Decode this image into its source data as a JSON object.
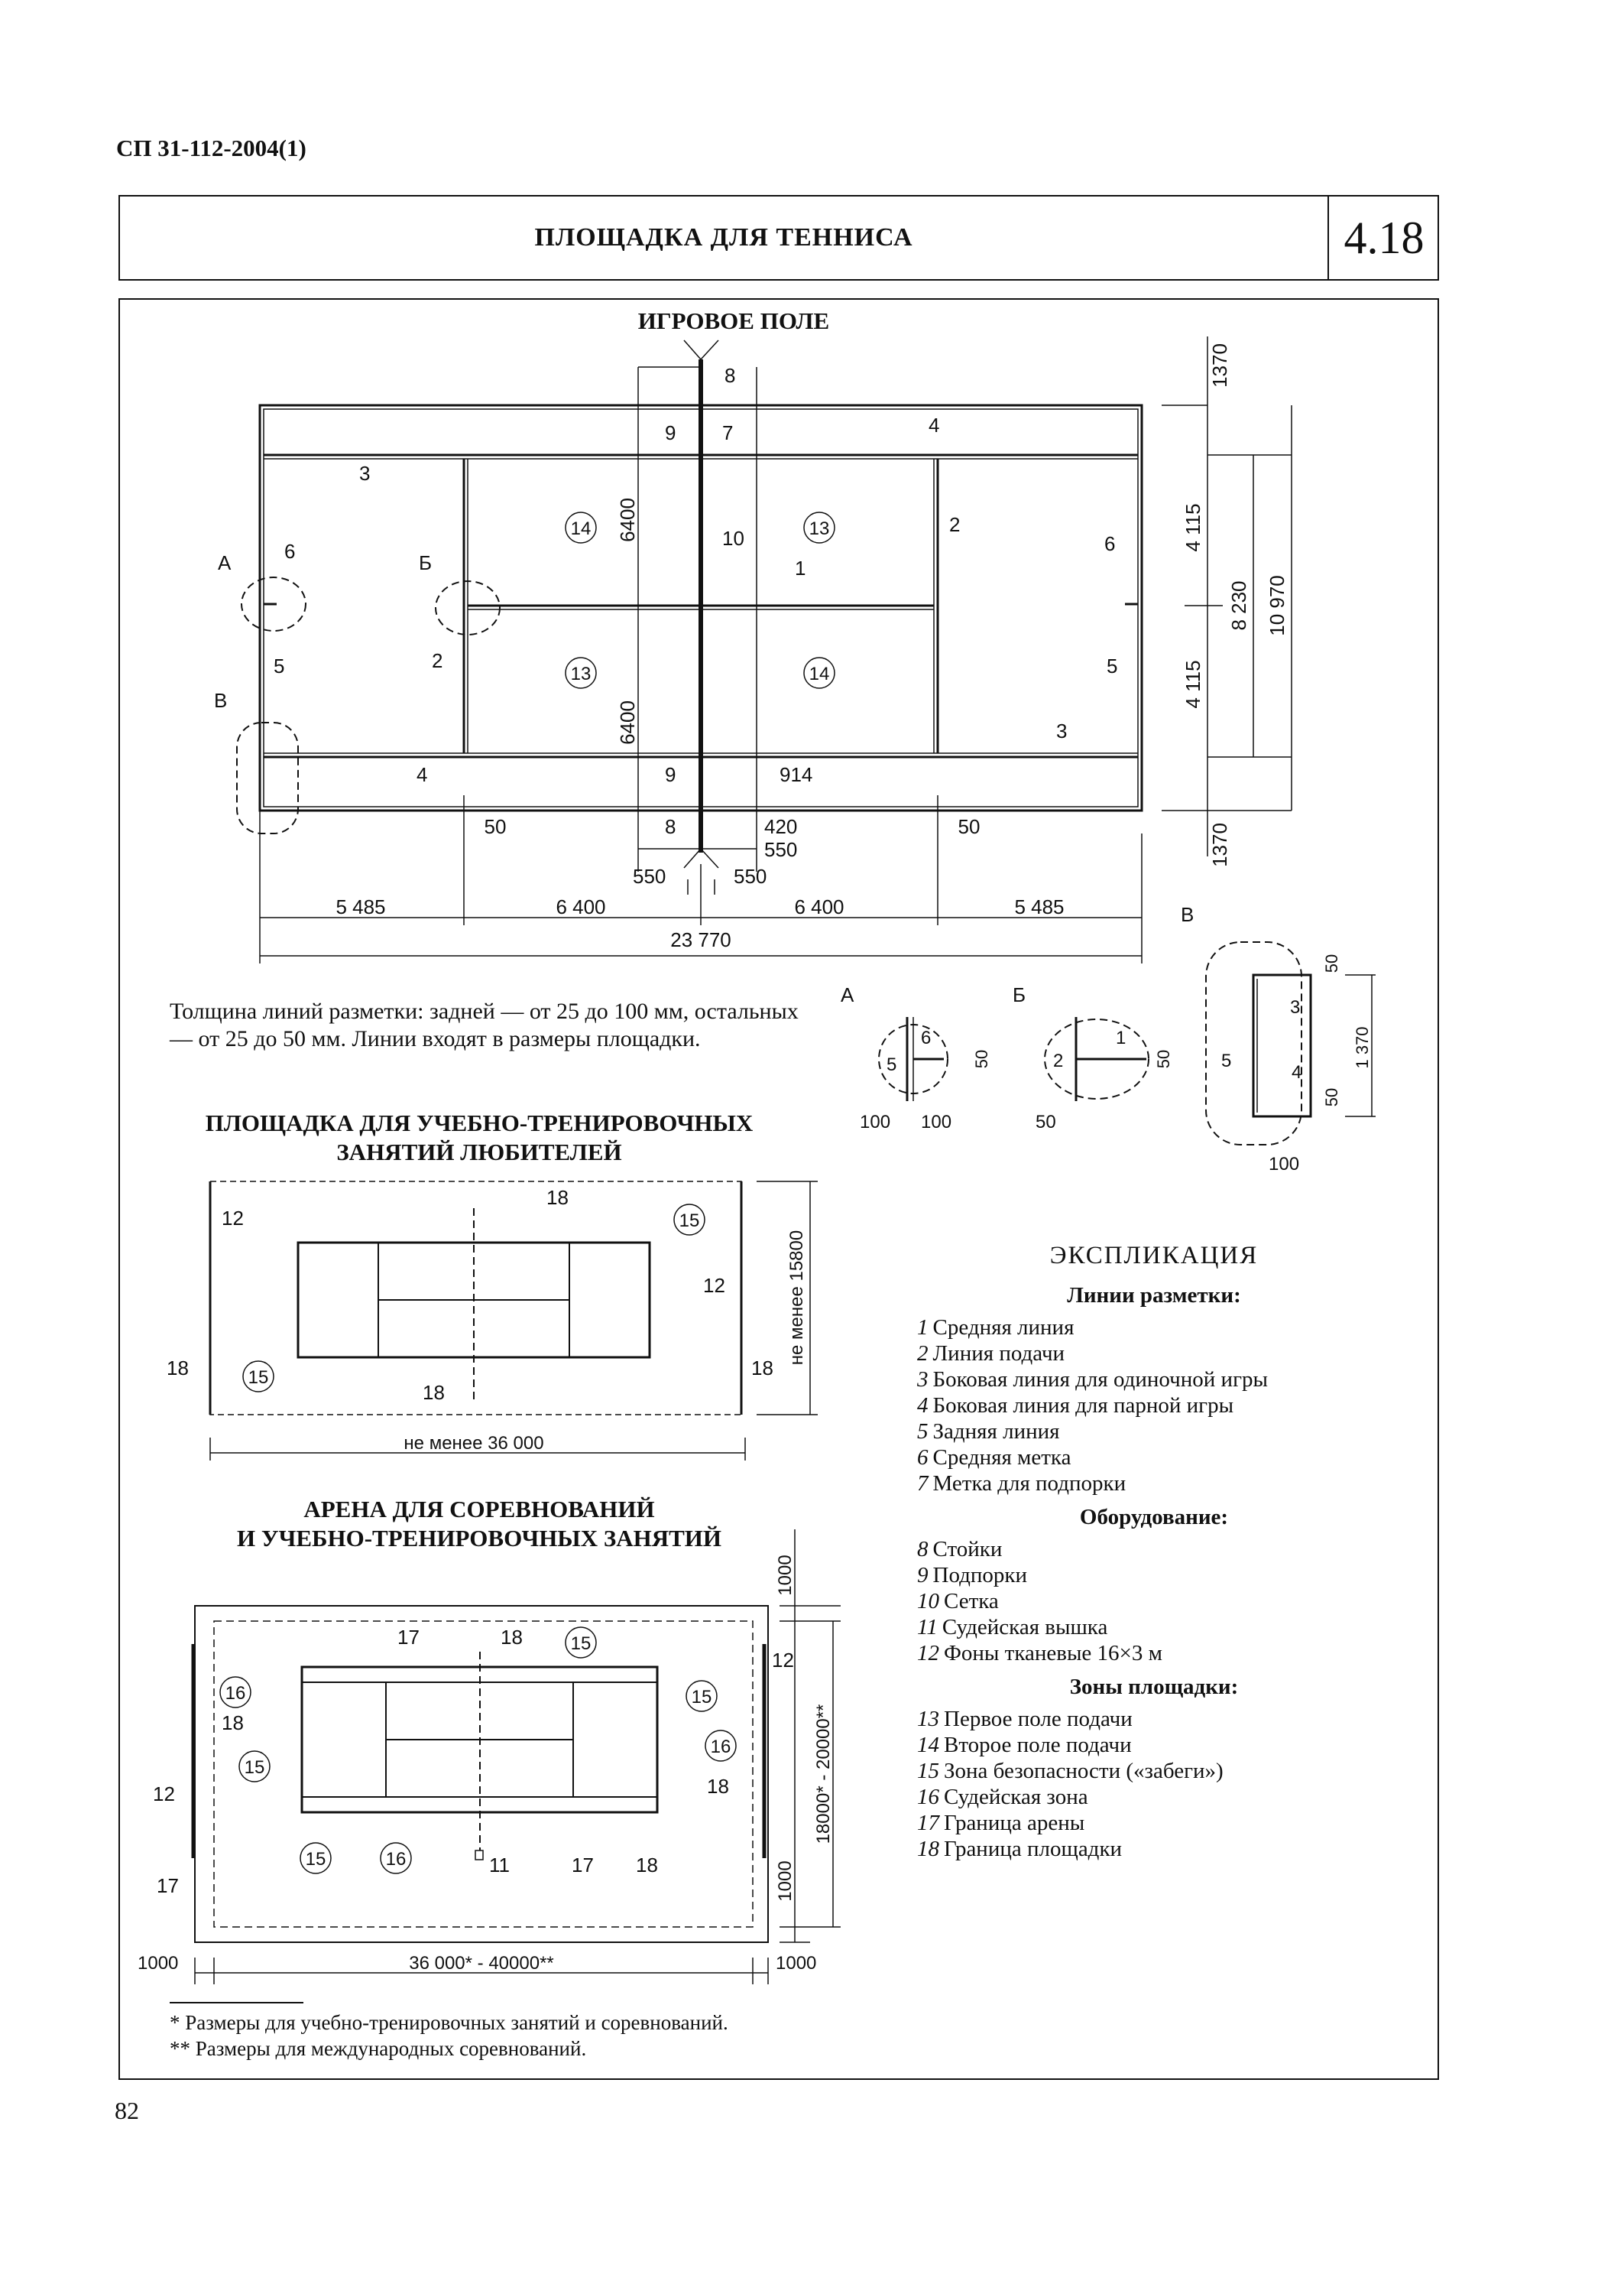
{
  "document": {
    "code": "СП 31-112-2004(1)",
    "title": "ПЛОЩАДКА ДЛЯ ТЕННИСА",
    "sheet_number": "4.18",
    "page_number": "82"
  },
  "playing_field": {
    "title": "ИГРОВОЕ ПОЛЕ",
    "dim_top": [
      "5 485",
      "6 400",
      "6 400",
      "5 485"
    ],
    "dim_total": "23 770",
    "dim_right": [
      "1370",
      "4 115",
      "4 115",
      "1370"
    ],
    "dim_right_mid": "8 230",
    "dim_right_total": "10 970",
    "dim_service_halves": [
      "6400",
      "6400"
    ],
    "dim_center": [
      "914",
      "420",
      "550",
      "550",
      "550"
    ],
    "dim_50": [
      "50",
      "50"
    ],
    "callouts": [
      "8",
      "9",
      "7",
      "4",
      "3",
      "14",
      "13",
      "10",
      "2",
      "1",
      "6",
      "5",
      "2",
      "13",
      "14",
      "3",
      "4",
      "9",
      "8"
    ],
    "view_labels": [
      "А",
      "Б",
      "В"
    ]
  },
  "details": {
    "a": {
      "label": "А",
      "items": [
        "5",
        "6"
      ],
      "dims": [
        "50",
        "100",
        "100"
      ]
    },
    "b": {
      "label": "Б",
      "items": [
        "2",
        "1"
      ],
      "dims": [
        "50",
        "50"
      ]
    },
    "v": {
      "label": "В",
      "items": [
        "3",
        "5",
        "4"
      ],
      "dims": [
        "50",
        "1 370",
        "50",
        "100"
      ]
    }
  },
  "note": "Толщина линий разметки: задней — от 25 до 100 мм, остальных — от 25 до 50 мм. Линии входят в размеры площадки.",
  "amateur": {
    "title_line1": "ПЛОЩАДКА ДЛЯ УЧЕБНО-ТРЕНИРОВОЧНЫХ",
    "title_line2": "ЗАНЯТИЙ ЛЮБИТЕЛЕЙ",
    "dim_width": "не менее 36 000",
    "dim_height": "не менее 15800",
    "callouts": [
      "12",
      "18",
      "15",
      "12",
      "18",
      "15",
      "18"
    ]
  },
  "arena": {
    "title_line1": "АРЕНА ДЛЯ СОРЕВНОВАНИЙ",
    "title_line2": "И УЧЕБНО-ТРЕНИРОВОЧНЫХ ЗАНЯТИЙ",
    "dim_width": "36 000* - 40000**",
    "dim_height": "18000* - 20000**",
    "dim_margins": [
      "1000",
      "1000",
      "1000",
      "1000"
    ],
    "callouts": [
      "17",
      "18",
      "15",
      "16",
      "18",
      "15",
      "12",
      "17",
      "15",
      "16",
      "11",
      "17",
      "18",
      "12",
      "15",
      "16",
      "18"
    ]
  },
  "explication": {
    "title": "ЭКСПЛИКАЦИЯ",
    "groups": [
      {
        "heading": "Линии разметки:",
        "items": [
          {
            "n": "1",
            "t": "Средняя линия"
          },
          {
            "n": "2",
            "t": "Линия подачи"
          },
          {
            "n": "3",
            "t": "Боковая линия для одиночной игры"
          },
          {
            "n": "4",
            "t": "Боковая линия для парной игры"
          },
          {
            "n": "5",
            "t": "Задняя линия"
          },
          {
            "n": "6",
            "t": "Средняя метка"
          },
          {
            "n": "7",
            "t": "Метка для подпорки"
          }
        ]
      },
      {
        "heading": "Оборудование:",
        "items": [
          {
            "n": "8",
            "t": "Стойки"
          },
          {
            "n": "9",
            "t": "Подпорки"
          },
          {
            "n": "10",
            "t": "Сетка"
          },
          {
            "n": "11",
            "t": "Судейская вышка"
          },
          {
            "n": "12",
            "t": "Фоны тканевые 16×3 м"
          }
        ]
      },
      {
        "heading": "Зоны площадки:",
        "items": [
          {
            "n": "13",
            "t": "Первое поле подачи"
          },
          {
            "n": "14",
            "t": "Второе поле подачи"
          },
          {
            "n": "15",
            "t": "Зона безопасности («забеги»)"
          },
          {
            "n": "16",
            "t": "Судейская зона"
          },
          {
            "n": "17",
            "t": "Граница арены"
          },
          {
            "n": "18",
            "t": "Граница площадки"
          }
        ]
      }
    ]
  },
  "footnotes": [
    "* Размеры для учебно-тренировочных занятий и соревнований.",
    "** Размеры для международных соревнований."
  ]
}
